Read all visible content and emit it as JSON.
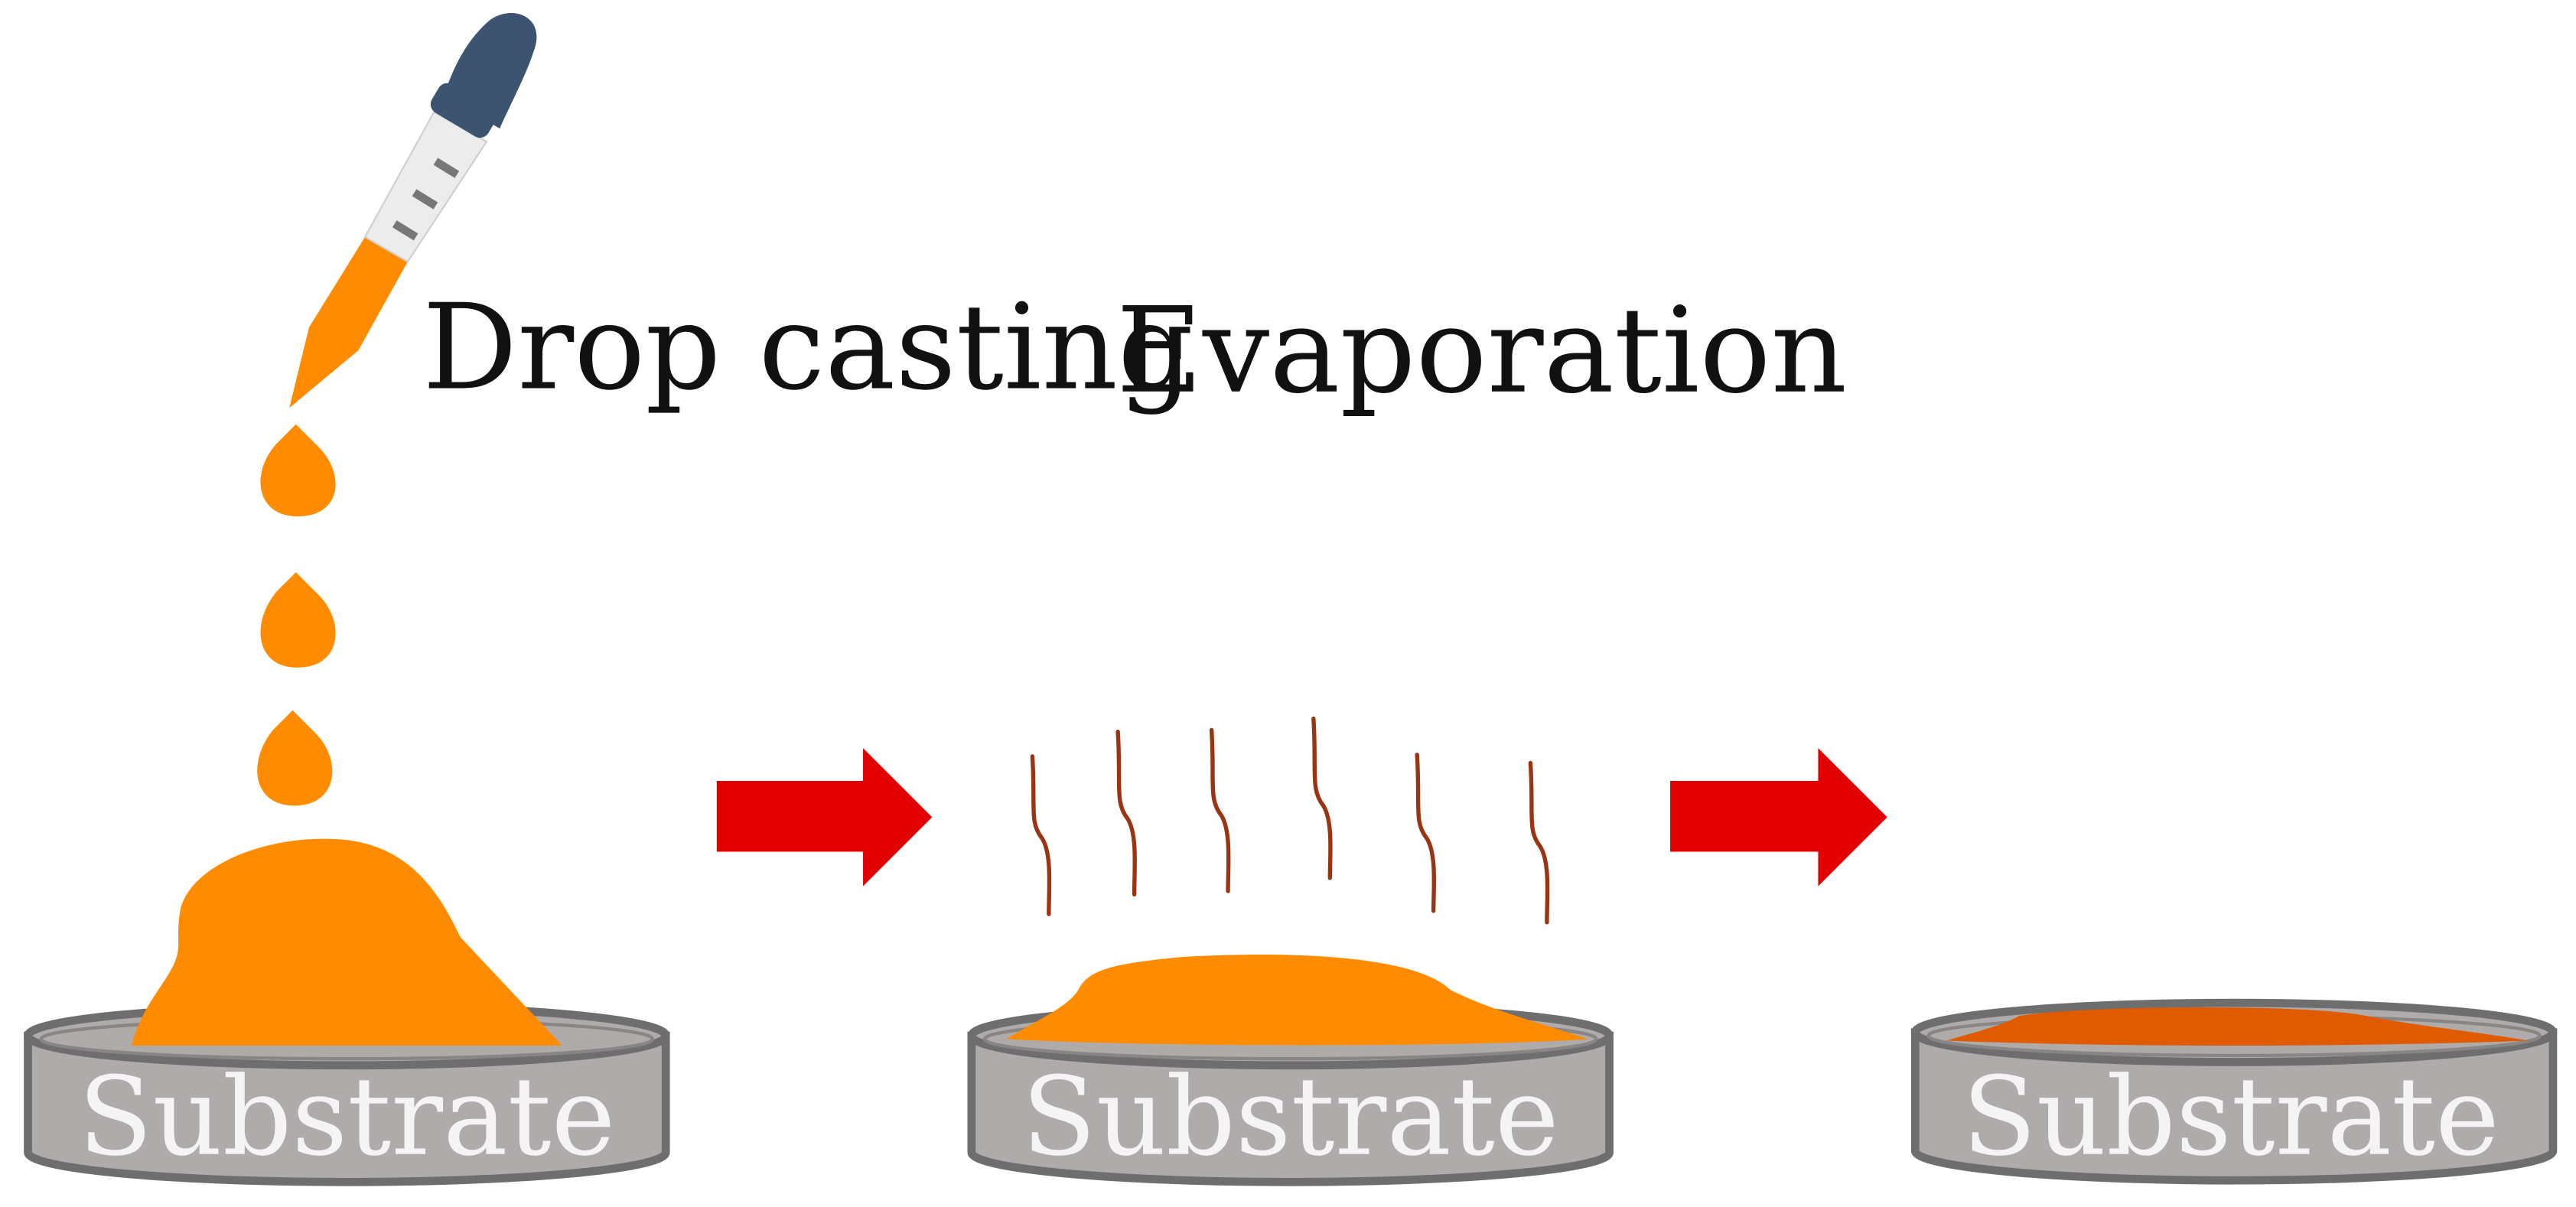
{
  "labels": {
    "drop_casting": "Drop casting",
    "evaporation": "Evaporation",
    "substrate_1": "Substrate",
    "substrate_2": "Substrate",
    "substrate_3": "Substrate"
  },
  "colors": {
    "solution": "#ff8c00",
    "dried_film": "#e05a00",
    "arrow": "#e30000",
    "vapor": "#9a3412",
    "substrate_fill": "#b0abab",
    "substrate_rim": "#6e6e6e",
    "dropper_bulb": "#3d5470",
    "dropper_barrel": "#ececec",
    "dropper_ticks": "#777777"
  }
}
